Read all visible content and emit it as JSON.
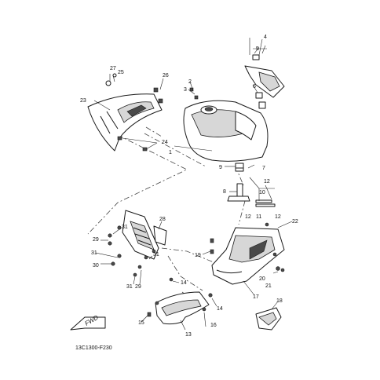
{
  "callouts": {
    "c1": "1",
    "c2": "2",
    "c3": "3",
    "c4": "4",
    "c5": "5",
    "c6": "6",
    "c7": "7",
    "c8": "8",
    "c9": "9",
    "c10": "10",
    "c11": "11",
    "c12a": "12",
    "c12b": "12",
    "c12c": "12",
    "c13": "13",
    "c14a": "14",
    "c14b": "14",
    "c15": "15",
    "c16": "16",
    "c17": "17",
    "c18": "18",
    "c19": "19",
    "c20": "20",
    "c21": "21",
    "c22": "22",
    "c23": "23",
    "c24": "24",
    "c25": "25",
    "c26": "26",
    "c27": "27",
    "c28": "28",
    "c29a": "29",
    "c29b": "29",
    "c30": "30",
    "c31a": "31",
    "c31b": "31",
    "c31c": "31",
    "c31d": "31"
  },
  "fwd_label": "FWD",
  "drawing_code": "13C1300-F230"
}
